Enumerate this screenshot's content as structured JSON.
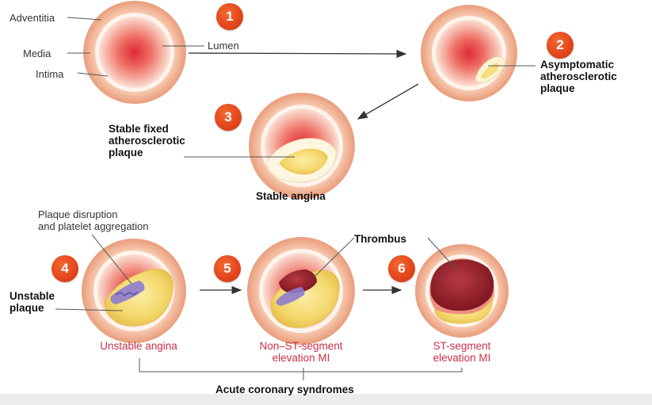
{
  "labels": {
    "adventitia": "Adventitia",
    "media": "Media",
    "intima": "Intima",
    "lumen": "Lumen",
    "asymptomatic_plaque": "Asymptomatic\natherosclerotic\nplaque",
    "stable_fixed_plaque": "Stable fixed\natherosclerotic\nplaque",
    "stable_angina": "Stable angina",
    "plaque_disruption": "Plaque disruption\nand platelet aggregation",
    "thrombus": "Thrombus",
    "unstable_plaque": "Unstable\nplaque",
    "unstable_angina": "Unstable angina",
    "nstemi": "Non–ST-segment\nelevation MI",
    "stemi": "ST-segment\nelevation MI",
    "acute_coronary_syndromes": "Acute coronary syndromes"
  },
  "badges": [
    "1",
    "2",
    "3",
    "4",
    "5",
    "6"
  ],
  "colors": {
    "badge": "#e4471c",
    "outcome_text": "#c8304a",
    "adventitia": "#f3b08d",
    "lumen_red": "#e0293a",
    "plaque_yellow": "#f6df79",
    "thrombus": "#8e1c25",
    "platelets": "#8e7bd0"
  }
}
